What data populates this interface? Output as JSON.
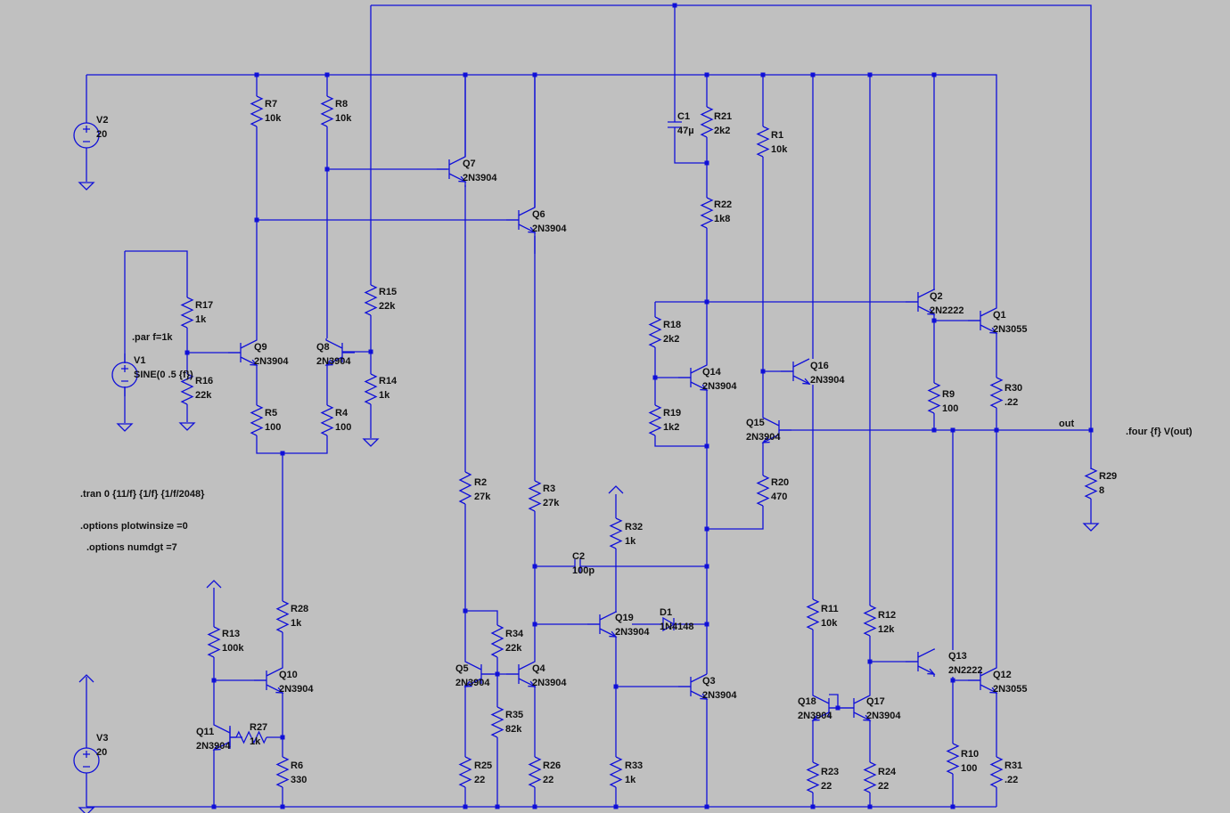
{
  "schematic": {
    "components": {
      "V2": {
        "name": "V2",
        "value": "20"
      },
      "V3": {
        "name": "V3",
        "value": "20"
      },
      "V1": {
        "name": "V1",
        "value": "SINE(0 .5 {f})"
      },
      "R7": {
        "name": "R7",
        "value": "10k"
      },
      "R8": {
        "name": "R8",
        "value": "10k"
      },
      "R17": {
        "name": "R17",
        "value": "1k"
      },
      "R16": {
        "name": "R16",
        "value": "22k"
      },
      "R15": {
        "name": "R15",
        "value": "22k"
      },
      "R14": {
        "name": "R14",
        "value": "1k"
      },
      "R5": {
        "name": "R5",
        "value": "100"
      },
      "R4": {
        "name": "R4",
        "value": "100"
      },
      "R2": {
        "name": "R2",
        "value": "27k"
      },
      "R3": {
        "name": "R3",
        "value": "27k"
      },
      "R28": {
        "name": "R28",
        "value": "1k"
      },
      "R13": {
        "name": "R13",
        "value": "100k"
      },
      "R27": {
        "name": "R27",
        "value": "1k"
      },
      "R6": {
        "name": "R6",
        "value": "330"
      },
      "R34": {
        "name": "R34",
        "value": "22k"
      },
      "R35": {
        "name": "R35",
        "value": "82k"
      },
      "R25": {
        "name": "R25",
        "value": "22"
      },
      "R26": {
        "name": "R26",
        "value": "22"
      },
      "R32": {
        "name": "R32",
        "value": "1k"
      },
      "R33": {
        "name": "R33",
        "value": "1k"
      },
      "R21": {
        "name": "R21",
        "value": "2k2"
      },
      "R22": {
        "name": "R22",
        "value": "1k8"
      },
      "R18": {
        "name": "R18",
        "value": "2k2"
      },
      "R19": {
        "name": "R19",
        "value": "1k2"
      },
      "R1": {
        "name": "R1",
        "value": "10k"
      },
      "R20": {
        "name": "R20",
        "value": "470"
      },
      "R11": {
        "name": "R11",
        "value": "10k"
      },
      "R12": {
        "name": "R12",
        "value": "12k"
      },
      "R23": {
        "name": "R23",
        "value": "22"
      },
      "R24": {
        "name": "R24",
        "value": "22"
      },
      "R9": {
        "name": "R9",
        "value": "100"
      },
      "R30": {
        "name": "R30",
        "value": ".22"
      },
      "R10": {
        "name": "R10",
        "value": "100"
      },
      "R31": {
        "name": "R31",
        "value": ".22"
      },
      "R29": {
        "name": "R29",
        "value": "8"
      },
      "C1": {
        "name": "C1",
        "value": "47µ"
      },
      "C2": {
        "name": "C2",
        "value": "100p"
      },
      "D1": {
        "name": "D1",
        "value": "1N4148"
      },
      "Q7": {
        "name": "Q7",
        "value": "2N3904"
      },
      "Q6": {
        "name": "Q6",
        "value": "2N3904"
      },
      "Q9": {
        "name": "Q9",
        "value": "2N3904"
      },
      "Q8": {
        "name": "Q8",
        "value": "2N3904"
      },
      "Q10": {
        "name": "Q10",
        "value": "2N3904"
      },
      "Q11": {
        "name": "Q11",
        "value": "2N3904"
      },
      "Q5": {
        "name": "Q5",
        "value": "2N3904"
      },
      "Q4": {
        "name": "Q4",
        "value": "2N3904"
      },
      "Q19": {
        "name": "Q19",
        "value": "2N3904"
      },
      "Q3": {
        "name": "Q3",
        "value": "2N3904"
      },
      "Q14": {
        "name": "Q14",
        "value": "2N3904"
      },
      "Q15": {
        "name": "Q15",
        "value": "2N3904"
      },
      "Q16": {
        "name": "Q16",
        "value": "2N3904"
      },
      "Q18": {
        "name": "Q18",
        "value": "2N3904"
      },
      "Q17": {
        "name": "Q17",
        "value": "2N3904"
      },
      "Q2": {
        "name": "Q2",
        "value": "2N2222"
      },
      "Q13": {
        "name": "Q13",
        "value": "2N2222"
      },
      "Q1": {
        "name": "Q1",
        "value": "2N3055"
      },
      "Q12": {
        "name": "Q12",
        "value": "2N3055"
      }
    },
    "net_labels": {
      "out": "out"
    },
    "directives": {
      "par": ".par f=1k",
      "tran": ".tran 0 {11/f} {1/f} {1/f/2048}",
      "plotwinsize": ".options plotwinsize =0",
      "numdgt": ".options numdgt =7",
      "four": ".four {f} V(out)"
    },
    "colors": {
      "background": "#c0c0c0",
      "wire": "#1010d8",
      "text": "#111111"
    }
  }
}
